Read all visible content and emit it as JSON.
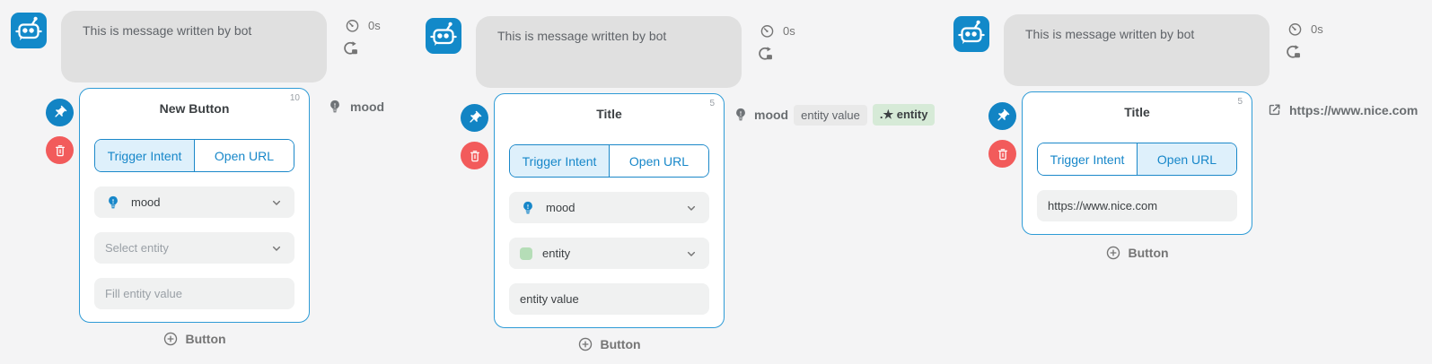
{
  "colors": {
    "page_bg": "#f4f4f5",
    "bubble_bg": "#e0e0e0",
    "bot_blue": "#1289c9",
    "pin_blue": "#1284c4",
    "delete_red": "#f25b5b",
    "card_border_blue": "#2e9bd6",
    "tab_blue": "#1787c9",
    "active_tab_bg": "#def0fb",
    "entity_green": "#b5ddb7",
    "chip_green_bg": "#d6ead7",
    "chip_gray_bg": "#e9e9e9"
  },
  "nodes": [
    {
      "message": "This is message written by bot",
      "delay": "0s",
      "card": {
        "badge": "10",
        "title": "New Button",
        "tab_trigger": "Trigger Intent",
        "tab_open_url": "Open URL",
        "intent": "mood",
        "entity_placeholder": "Select entity",
        "value_placeholder": "Fill entity value"
      },
      "add_label": "Button",
      "annotation": {
        "intent": "mood"
      }
    },
    {
      "message": "This is message written by bot",
      "delay": "0s",
      "card": {
        "badge": "5",
        "title": "Title",
        "tab_trigger": "Trigger Intent",
        "tab_open_url": "Open URL",
        "intent": "mood",
        "entity": "entity",
        "entity_value": "entity value"
      },
      "add_label": "Button",
      "annotation": {
        "intent": "mood",
        "value_chip": "entity value",
        "entity_chip": ".★ entity"
      }
    },
    {
      "message": "This is message written by bot",
      "delay": "0s",
      "card": {
        "badge": "5",
        "title": "Title",
        "tab_trigger": "Trigger Intent",
        "tab_open_url": "Open URL",
        "url_value": "https://www.nice.com"
      },
      "add_label": "Button",
      "annotation": {
        "url": "https://www.nice.com"
      }
    }
  ]
}
